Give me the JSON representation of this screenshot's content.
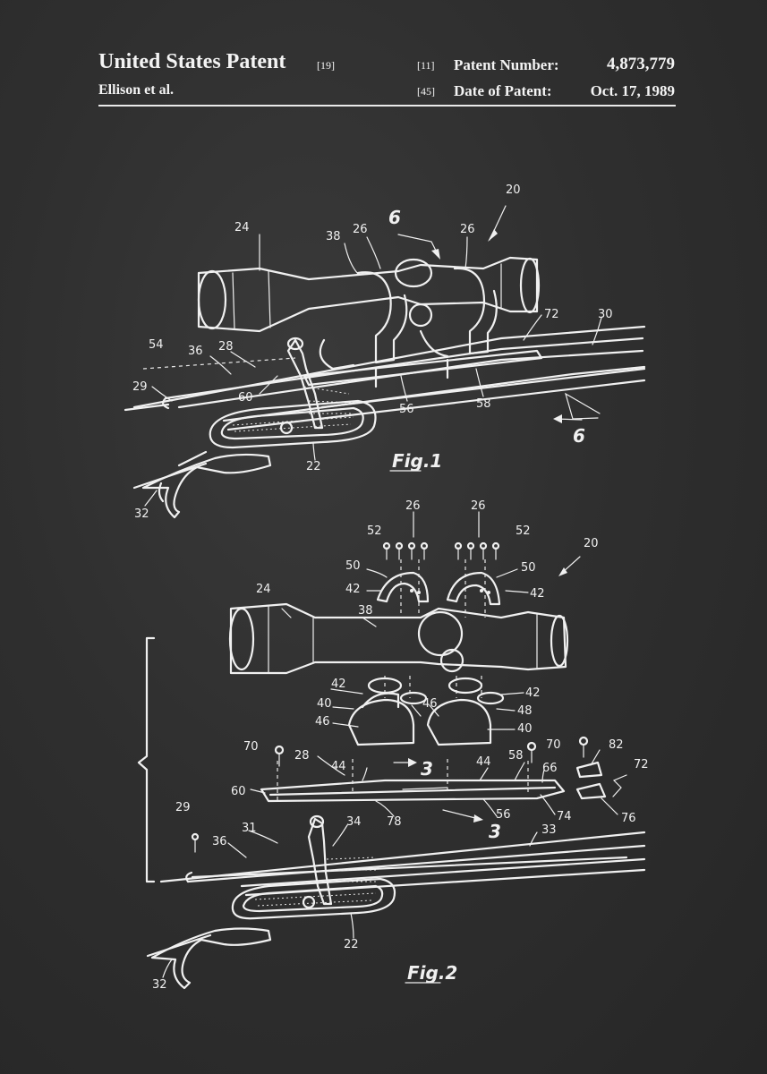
{
  "header": {
    "title": "United States Patent",
    "title_ref": "[19]",
    "inventors": "Ellison et al.",
    "number_ref": "[11]",
    "number_label": "Patent Number:",
    "number_value": "4,873,779",
    "date_ref": "[45]",
    "date_label": "Date of Patent:",
    "date_value": "Oct. 17, 1989"
  },
  "figures": {
    "fig1": {
      "caption": "Fig.1",
      "section_mark": "6",
      "labels": {
        "l20": "20",
        "l24": "24",
        "l38": "38",
        "l26a": "26",
        "l26b": "26",
        "l72": "72",
        "l30": "30",
        "l54": "54",
        "l36": "36",
        "l28": "28",
        "l29": "29",
        "l60": "60",
        "l56": "56",
        "l58": "58",
        "l22": "22",
        "l32": "32"
      }
    },
    "fig2": {
      "caption": "Fig.2",
      "section_mark": "3",
      "labels": {
        "l26a": "26",
        "l26b": "26",
        "l52a": "52",
        "l52b": "52",
        "l20": "20",
        "l50a": "50",
        "l50b": "50",
        "l42a": "42",
        "l42b": "42",
        "l24": "24",
        "l38": "38",
        "l42c": "42",
        "l42d": "42",
        "l40a": "40",
        "l46a": "46",
        "l46b": "46",
        "l48": "48",
        "l40b": "40",
        "l70a": "70",
        "l70b": "70",
        "l82": "82",
        "l28": "28",
        "l44a": "44",
        "l44b": "44",
        "l58": "58",
        "l66": "66",
        "l72": "72",
        "l60": "60",
        "l78": "78",
        "l56": "56",
        "l74": "74",
        "l76": "76",
        "l29": "29",
        "l34": "34",
        "l31": "31",
        "l36": "36",
        "l33": "33",
        "l22": "22",
        "l32": "32"
      }
    }
  },
  "colors": {
    "background": "#2f2f2f",
    "ink": "#f0f0f0"
  }
}
